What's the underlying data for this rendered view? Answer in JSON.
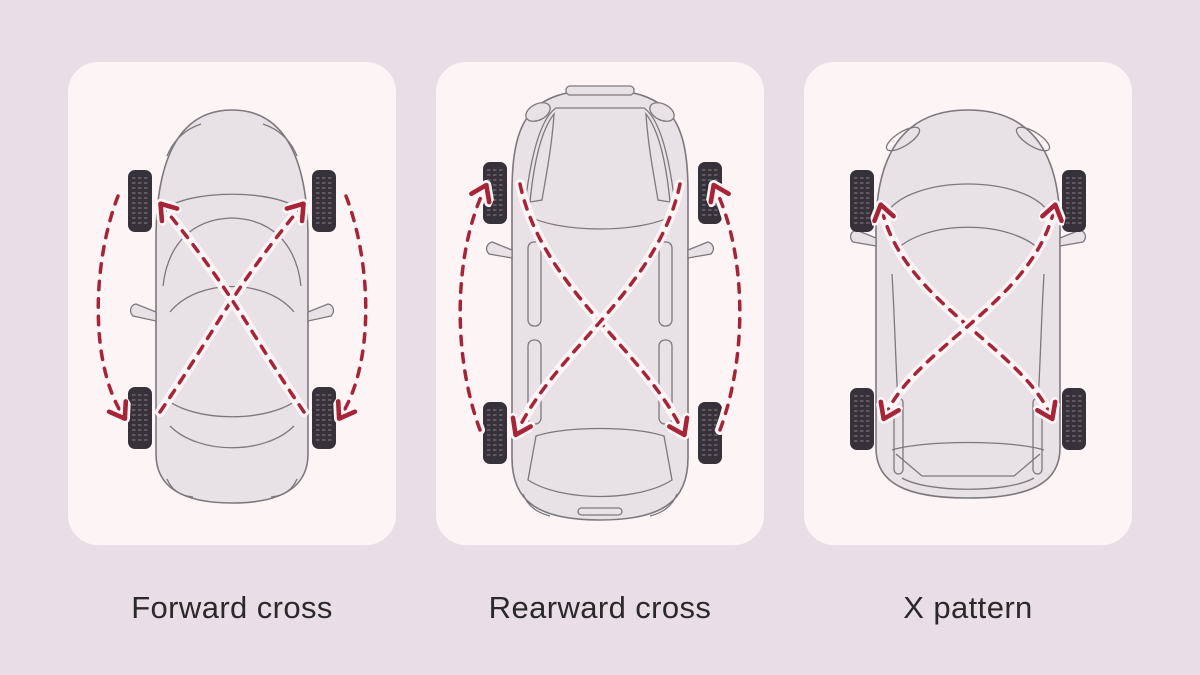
{
  "colors": {
    "page_background": "#e9dee5",
    "card_background": "#fcf4f5",
    "arrow_red": "#a62438",
    "car_body_fill": "#e8e2e6",
    "car_outline": "#7d787d",
    "tire_fill": "#37313a",
    "label_text": "#2b282a"
  },
  "panels": [
    {
      "label": "Forward cross",
      "car": "sedan-top-view",
      "arrows": [
        {
          "name": "left-outer-arrow",
          "meaning": "front-left tire moves straight back to rear-left, arrowhead points down"
        },
        {
          "name": "right-outer-arrow",
          "meaning": "front-right tire moves straight back to rear-right, arrowhead points down"
        },
        {
          "name": "diagonal-to-front-right-arrow",
          "meaning": "rear-left tire crosses to front-right, arrowhead points up"
        },
        {
          "name": "diagonal-to-front-left-arrow",
          "meaning": "rear-right tire crosses to front-left, arrowhead points up"
        }
      ]
    },
    {
      "label": "Rearward cross",
      "car": "minivan-top-view",
      "arrows": [
        {
          "name": "left-outer-arrow",
          "meaning": "rear-left tire moves straight forward to front-left, arrowhead points up"
        },
        {
          "name": "right-outer-arrow",
          "meaning": "rear-right tire moves straight forward to front-right, arrowhead points up"
        },
        {
          "name": "diagonal-to-rear-right-arrow",
          "meaning": "front-left tire crosses to rear-right, arrowhead points down"
        },
        {
          "name": "diagonal-to-rear-left-arrow",
          "meaning": "front-right tire crosses to rear-left, arrowhead points down"
        }
      ]
    },
    {
      "label": "X pattern",
      "car": "crossover-top-view",
      "arrows": [
        {
          "name": "front-left-rear-right-swap-arrow",
          "meaning": "front-left and rear-right tires swap diagonally, arrowheads at both ends"
        },
        {
          "name": "front-right-rear-left-swap-arrow",
          "meaning": "front-right and rear-left tires swap diagonally, arrowheads at both ends"
        }
      ]
    }
  ]
}
